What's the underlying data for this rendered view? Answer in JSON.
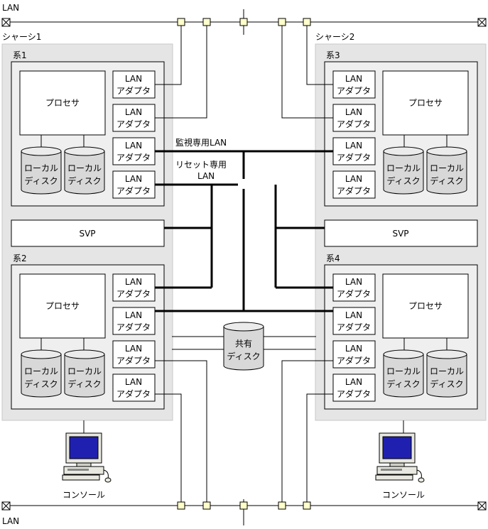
{
  "lan_label": "LAN",
  "chassis": {
    "chassis1": "シャーシ1",
    "chassis2": "シャーシ2"
  },
  "systems": {
    "sys1": "系1",
    "sys2": "系2",
    "sys3": "系3",
    "sys4": "系4"
  },
  "processor": "プロセサ",
  "lan_adapter": {
    "line1": "LAN",
    "line2": "アダプタ"
  },
  "local_disk": {
    "line1": "ローカル",
    "line2": "ディスク"
  },
  "svp": "SVP",
  "shared_disk": {
    "line1": "共有",
    "line2": "ディスク"
  },
  "monitor_lan": "監視専用LAN",
  "reset_lan": {
    "line1": "リセット専用",
    "line2": "LAN"
  },
  "console": "コンソール"
}
